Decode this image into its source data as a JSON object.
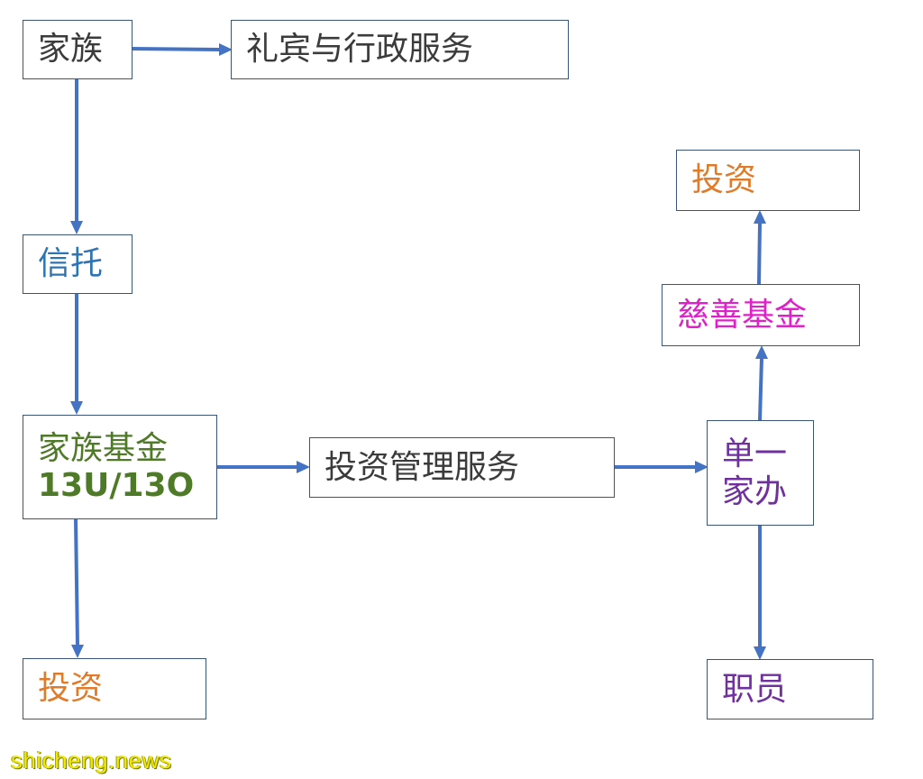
{
  "nodes": {
    "family": {
      "text": "家族"
    },
    "concierge": {
      "text": "礼宾与行政服务"
    },
    "trust": {
      "text": "信托"
    },
    "family_fund": {
      "line1": "家族基金",
      "line2": "13U/13O"
    },
    "invest_left": {
      "text": "投资"
    },
    "mgmt": {
      "text": "投资管理服务"
    },
    "single_office": {
      "line1": "单一",
      "line2": "家办"
    },
    "charity": {
      "text": "慈善基金"
    },
    "invest_right": {
      "text": "投资"
    },
    "staff": {
      "text": "职员"
    }
  },
  "colors": {
    "arrow": "#4472c4",
    "border": "#3a5577",
    "dark": "#3b3b3b",
    "blue": "#2e74b5",
    "green": "#4f7a28",
    "orange": "#e07b2a",
    "magenta": "#e020c8",
    "purple": "#7030a0"
  },
  "watermark": {
    "text": "shicheng.news"
  }
}
